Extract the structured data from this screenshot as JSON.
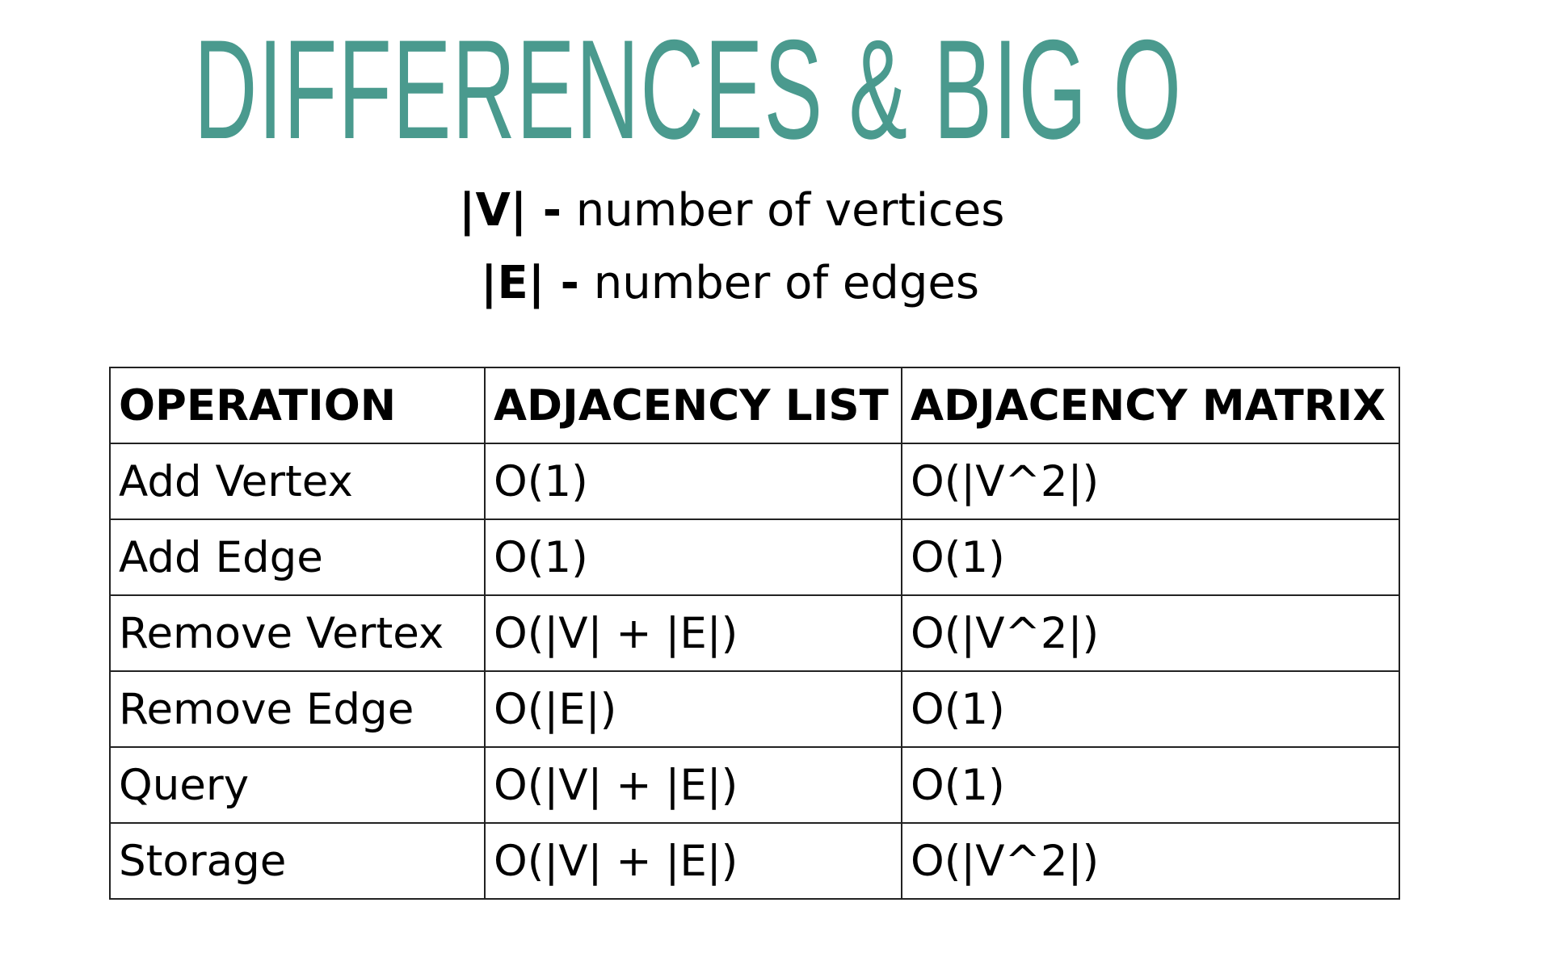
{
  "title": "DIFFERENCES & BIG O",
  "colors": {
    "title": "#4a9a8e",
    "text": "#000000",
    "border": "#222222"
  },
  "legend": [
    {
      "symbol": "|V| -",
      "text": " number of vertices"
    },
    {
      "symbol": "|E| -",
      "text": " number of edges"
    }
  ],
  "table": {
    "headers": [
      "OPERATION",
      "ADJACENCY LIST",
      "ADJACENCY MATRIX"
    ],
    "rows": [
      [
        "Add Vertex",
        "O(1)",
        "O(|V^2|)"
      ],
      [
        "Add Edge",
        "O(1)",
        "O(1)"
      ],
      [
        "Remove Vertex",
        "O(|V| + |E|)",
        "O(|V^2|)"
      ],
      [
        "Remove Edge",
        "O(|E|)",
        "O(1)"
      ],
      [
        "Query",
        "O(|V| + |E|)",
        "O(1)"
      ],
      [
        "Storage",
        "O(|V| + |E|)",
        "O(|V^2|)"
      ]
    ]
  }
}
